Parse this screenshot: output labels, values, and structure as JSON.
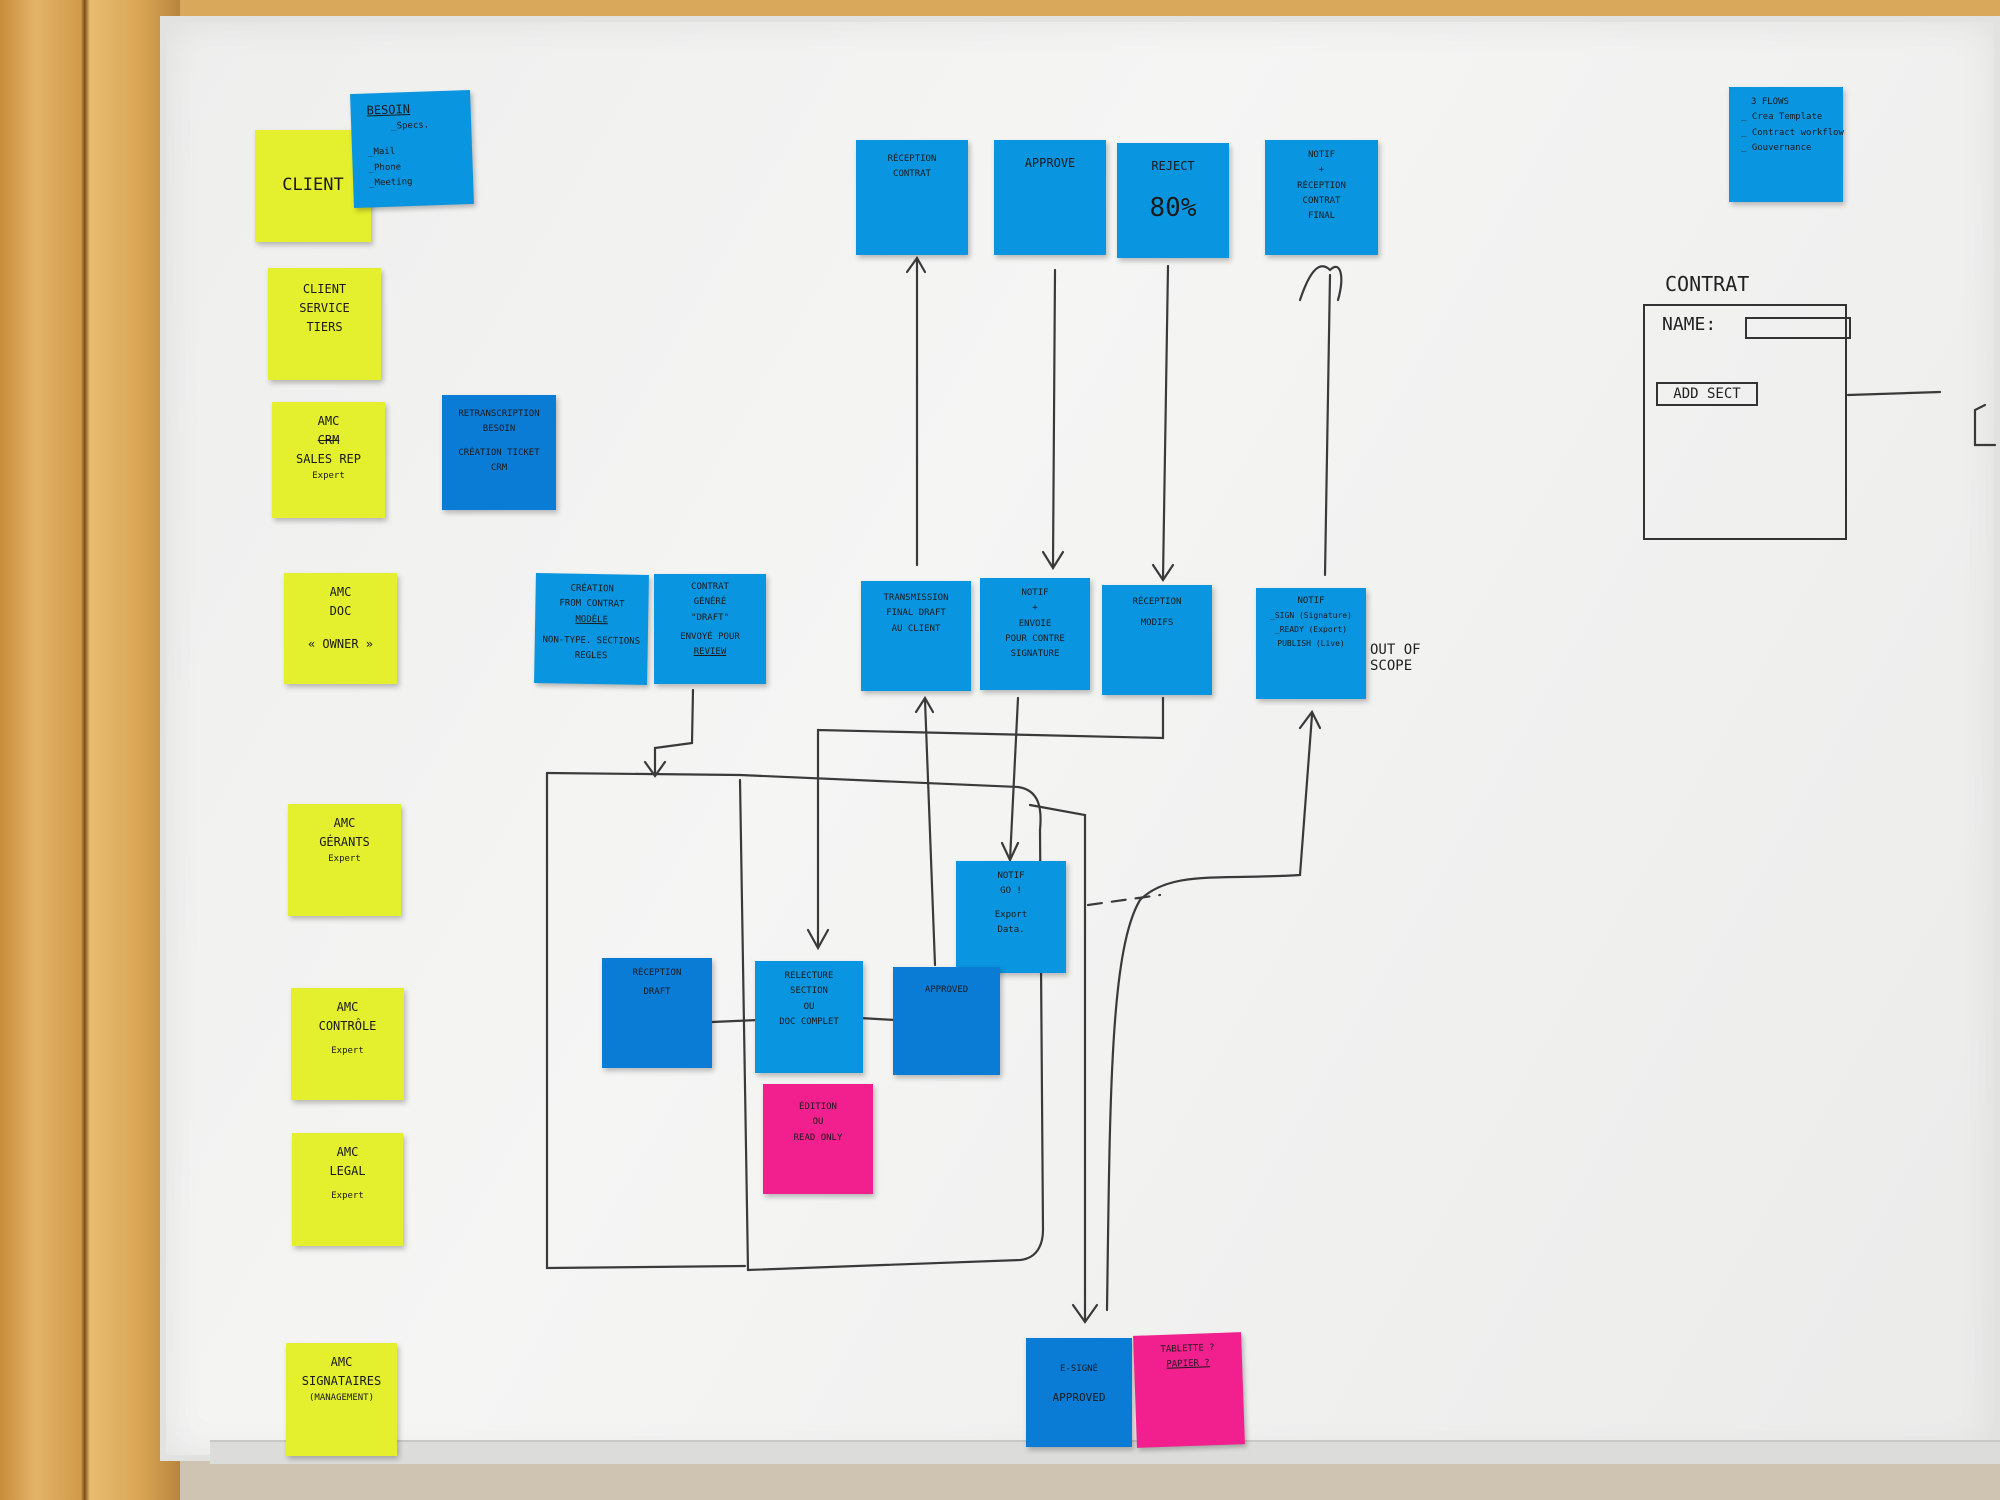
{
  "roles": {
    "client": "CLIENT",
    "client_service": [
      "CLIENT",
      "SERVICE",
      "TIERS"
    ],
    "amc_sales": [
      "AMC",
      "CRM",
      "SALES REP",
      "Expert"
    ],
    "amc_doc": [
      "AMC",
      "DOC",
      "« OWNER »"
    ],
    "amc_gerants": [
      "AMC",
      "GÉRANTS",
      "Expert"
    ],
    "amc_controle": [
      "AMC",
      "CONTRÔLE",
      "Expert"
    ],
    "amc_legal": [
      "AMC",
      "LEGAL",
      "Expert"
    ],
    "amc_signataires": [
      "AMC",
      "SIGNATAIRES",
      "(MANAGEMENT)"
    ]
  },
  "notes": {
    "besoin": [
      "BESOIN",
      "_Specs.",
      "_Mail",
      "_Phone",
      "_Meeting"
    ],
    "retranscription": [
      "RETRANSCRIPTION",
      "BESOIN",
      "CRÉATION TICKET",
      "CRM"
    ],
    "reception_contrat": [
      "RÉCEPTION",
      "CONTRAT"
    ],
    "approve": [
      "APPROVE"
    ],
    "reject": [
      "REJECT",
      "80%"
    ],
    "notif_final": [
      "NOTIF",
      "+",
      "RÉCEPTION",
      "CONTRAT",
      "FINAL"
    ],
    "three_flows": [
      "3 FLOWS",
      "_ Crea Template",
      "_ Contract workflow",
      "_ Gouvernance"
    ],
    "creation": [
      "CRÉATION",
      "FROM CONTRAT",
      "MODÈLE",
      "NON-TYPE. SECTIONS",
      "REGLES"
    ],
    "contrat_genere": [
      "CONTRAT",
      "GÉNÉRÉ",
      "\"DRAFT\"",
      "ENVOYÉ POUR",
      "REVIEW"
    ],
    "transmission": [
      "TRANSMISSION",
      "FINAL DRAFT",
      "AU CLIENT"
    ],
    "notif_envoie": [
      "NOTIF",
      "+",
      "ENVOIE",
      "POUR CONTRE",
      "SIGNATURE"
    ],
    "reception_modifs": [
      "RÉCEPTION",
      "MODIFS"
    ],
    "notif_sign": [
      "NOTIF",
      "_SIGN (Signature)",
      "_READY (Export)",
      "PUBLISH (Live)"
    ],
    "notif_go": [
      "NOTIF",
      "GO !",
      "Export",
      "Data."
    ],
    "reception_draft": [
      "RÉCEPTION",
      "DRAFT"
    ],
    "relecture": [
      "RELECTURE",
      "SECTION",
      "OU",
      "DOC COMPLET"
    ],
    "approved": [
      "APPROVED"
    ],
    "edition": [
      "ÉDITION",
      "OU",
      "READ ONLY"
    ],
    "esigne": [
      "E-SIGNÉ",
      "APPROVED"
    ],
    "tablette": [
      "TABLETTE ?",
      "PAPIER ?"
    ]
  },
  "annotations": {
    "out_of_scope": [
      "OUT OF",
      "SCOPE"
    ],
    "contrat_title": "CONTRAT",
    "name_label": "NAME:",
    "add_section": "ADD SECT"
  },
  "colors": {
    "yellow_note": "#e4ef2e",
    "blue_note": "#0a95e0",
    "dark_blue_note": "#0b7cd6",
    "pink_note": "#f21f8f",
    "marker": "#333333"
  }
}
